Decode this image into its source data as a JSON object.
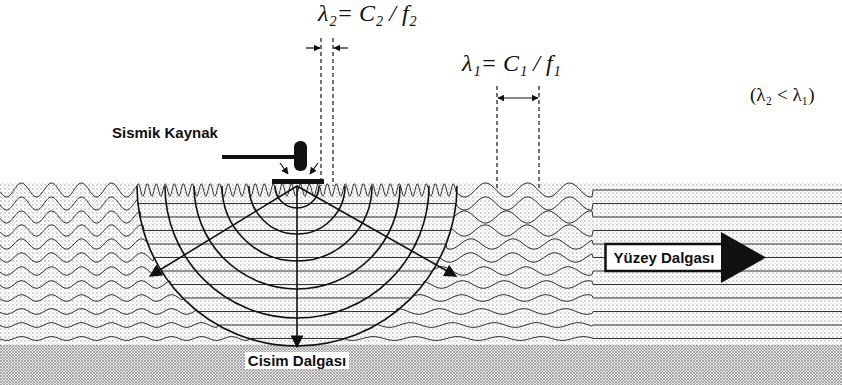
{
  "diagram": {
    "nodes": [
      {
        "text": [
          "Yüzey Dalgası"
        ]
      }
    ],
    "labels": [
      "λ₂= C₂ / f₂",
      "λ₁= C₁ / f₁",
      "(λ₂ < λ₁)",
      "Sismik Kaynak",
      "Cisim Dalgası"
    ]
  }
}
